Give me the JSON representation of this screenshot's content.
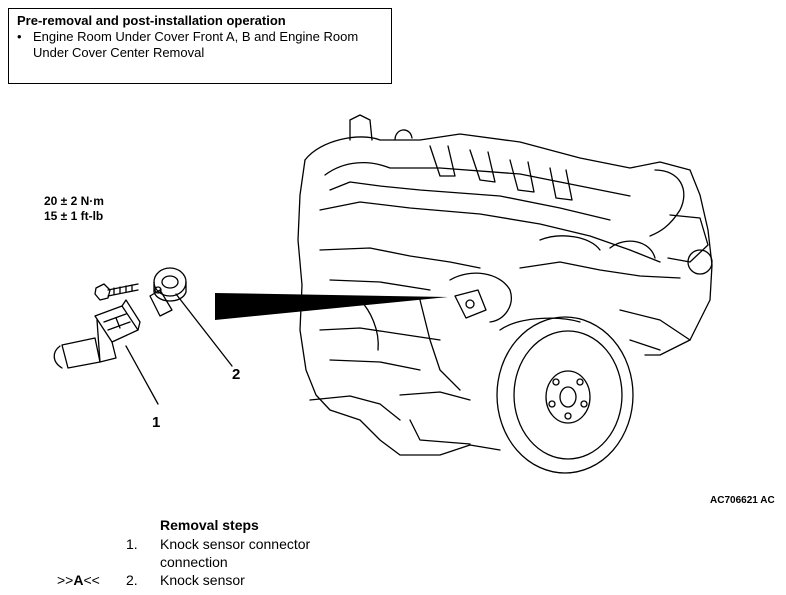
{
  "note": {
    "title": "Pre-removal and post-installation operation",
    "bullet": "•",
    "item_line1": "Engine Room Under Cover Front A, B and Engine Room",
    "item_line2": "Under Cover Center Removal"
  },
  "figure": {
    "torque_line1": "20 ± 2 N·m",
    "torque_line2": "15 ± 1 ft-lb",
    "callout_1": "1",
    "callout_2": "2",
    "figure_id": "AC706621 AC"
  },
  "removal": {
    "title": "Removal steps",
    "steps": [
      {
        "num": "1.",
        "text_line1": "Knock sensor connector",
        "text_line2": "connection",
        "ref_pre": "",
        "ref_letter": "",
        "ref_post": ""
      },
      {
        "num": "2.",
        "text_line1": "Knock sensor",
        "ref_pre": ">>",
        "ref_letter": "A",
        "ref_post": "<<"
      }
    ]
  }
}
